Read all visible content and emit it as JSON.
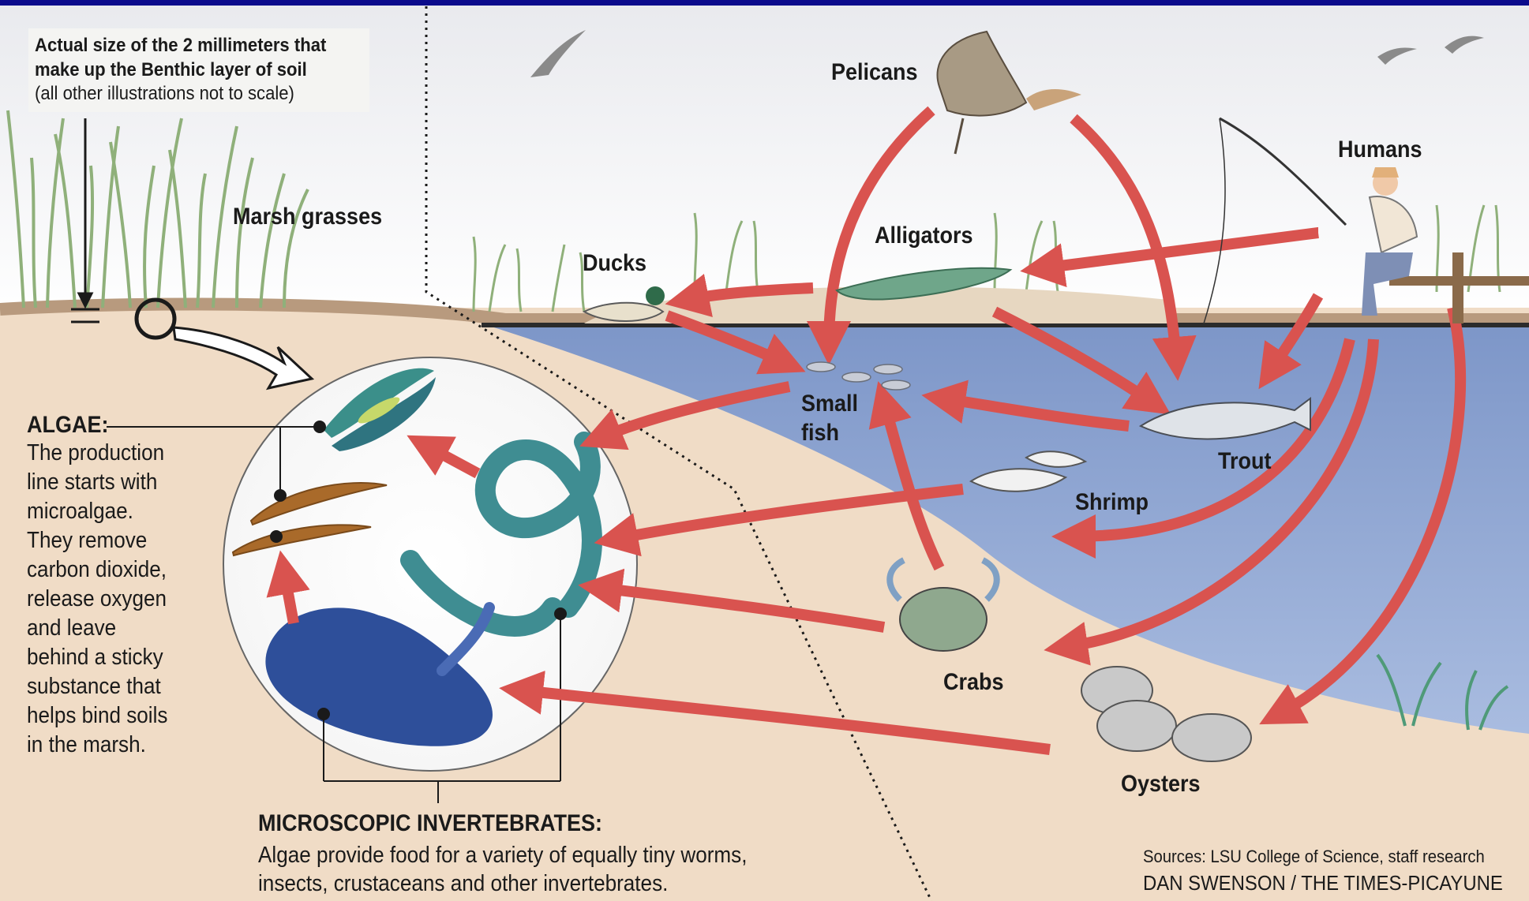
{
  "scale_note": {
    "title_line1": "Actual size of the 2 millimeters that",
    "title_line2": "make up the Benthic layer of soil",
    "subtitle": "(all other illustrations not to scale)"
  },
  "labels": {
    "marsh_grasses": "Marsh grasses",
    "pelicans": "Pelicans",
    "humans": "Humans",
    "alligators": "Alligators",
    "ducks": "Ducks",
    "small_fish_1": "Small",
    "small_fish_2": "fish",
    "trout": "Trout",
    "shrimp": "Shrimp",
    "crabs": "Crabs",
    "oysters": "Oysters"
  },
  "algae": {
    "heading": "ALGAE:",
    "lines": [
      "The production",
      "line starts with",
      "microalgae.",
      "They remove",
      "carbon dioxide,",
      "release oxygen",
      "and leave",
      "behind a sticky",
      "substance that",
      "helps bind soils",
      "in the marsh."
    ]
  },
  "invertebrates": {
    "heading": "MICROSCOPIC INVERTEBRATES:",
    "line1": "Algae provide food for a variety of equally tiny worms,",
    "line2": "insects, crustaceans and other invertebrates."
  },
  "footer": {
    "sources": "Sources: LSU College of Science, staff research",
    "credit": "DAN SWENSON / THE TIMES-PICAYUNE"
  },
  "colors": {
    "top_bar": "#0b0b8c",
    "water": "#8ea7d4",
    "soil": "#f0dcc6",
    "mud_line": "#b89a7e",
    "arrow": "#d9534f",
    "grass": "#8fb07a",
    "sky": "#ffffff"
  }
}
